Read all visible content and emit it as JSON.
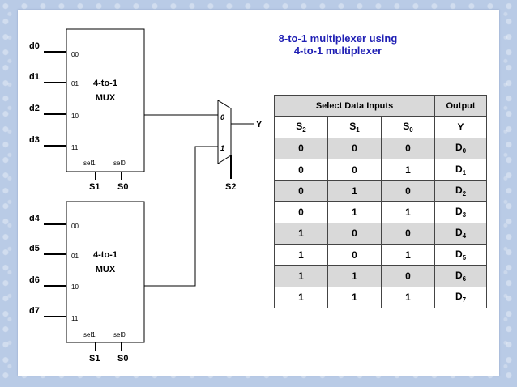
{
  "title": {
    "line1": "8-to-1 multiplexer using",
    "line2": "4-to-1 multiplexer"
  },
  "colors": {
    "title": "#1f1fb4",
    "shaded_row": "#d9d9d9",
    "border": "#b9cbe6"
  },
  "circuit": {
    "inputs": [
      "d0",
      "d1",
      "d2",
      "d3",
      "d4",
      "d5",
      "d6",
      "d7"
    ],
    "port_labels": [
      "00",
      "01",
      "10",
      "11"
    ],
    "mux_label": {
      "line1": "4-to-1",
      "line2": "MUX"
    },
    "sel_ports": {
      "sel1": "sel1",
      "sel0": "sel0"
    },
    "select_labels": {
      "s1": "S1",
      "s0": "S0",
      "s2": "S2"
    },
    "final_mux_ports": {
      "zero": "0",
      "one": "1"
    },
    "output_label": "Y"
  },
  "table": {
    "header": {
      "select_data_inputs": "Select Data Inputs",
      "output": "Output"
    },
    "columns": [
      {
        "main": "S",
        "sub": "2"
      },
      {
        "main": "S",
        "sub": "1"
      },
      {
        "main": "S",
        "sub": "0"
      },
      {
        "main": "Y",
        "sub": ""
      }
    ],
    "rows": [
      {
        "s2": "0",
        "s1": "0",
        "s0": "0",
        "y": "D",
        "y_sub": "0"
      },
      {
        "s2": "0",
        "s1": "0",
        "s0": "1",
        "y": "D",
        "y_sub": "1"
      },
      {
        "s2": "0",
        "s1": "1",
        "s0": "0",
        "y": "D",
        "y_sub": "2"
      },
      {
        "s2": "0",
        "s1": "1",
        "s0": "1",
        "y": "D",
        "y_sub": "3"
      },
      {
        "s2": "1",
        "s1": "0",
        "s0": "0",
        "y": "D",
        "y_sub": "4"
      },
      {
        "s2": "1",
        "s1": "0",
        "s0": "1",
        "y": "D",
        "y_sub": "5"
      },
      {
        "s2": "1",
        "s1": "1",
        "s0": "0",
        "y": "D",
        "y_sub": "6"
      },
      {
        "s2": "1",
        "s1": "1",
        "s0": "1",
        "y": "D",
        "y_sub": "7"
      }
    ]
  }
}
